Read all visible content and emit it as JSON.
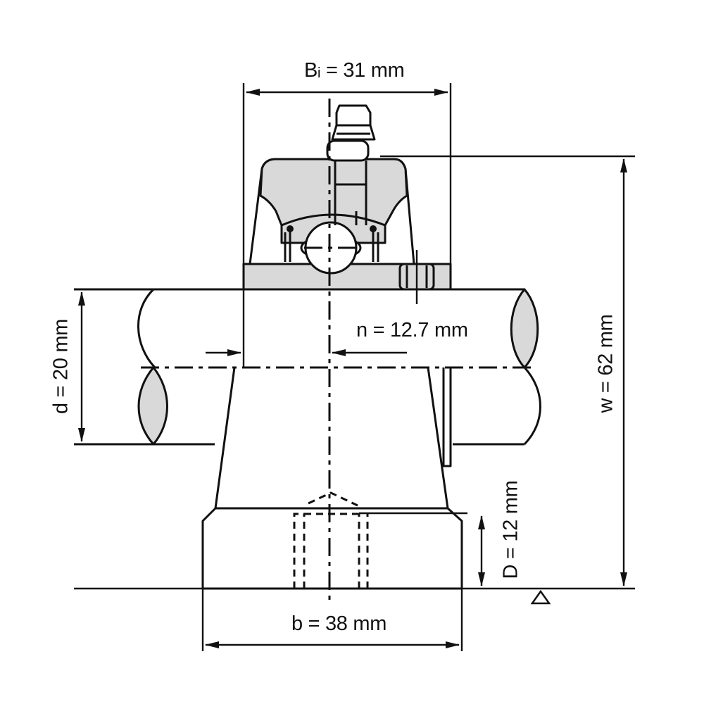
{
  "drawing": {
    "title": "Pillow block bearing unit (dimension drawing)",
    "colors": {
      "line": "#111111",
      "fill": "#d9d9d9",
      "background": "#ffffff"
    },
    "dimensions": {
      "Bi": {
        "symbol": "B",
        "subscript": "i",
        "rest": " = 31 mm",
        "value": 31,
        "unit": "mm"
      },
      "d": {
        "label": "d = 20 mm",
        "value": 20,
        "unit": "mm"
      },
      "n": {
        "label": "n = 12.7 mm",
        "value": 12.7,
        "unit": "mm"
      },
      "w": {
        "label": "w = 62 mm",
        "value": 62,
        "unit": "mm"
      },
      "D": {
        "label": "D = 12 mm",
        "value": 12,
        "unit": "mm"
      },
      "b": {
        "label": "b = 38 mm",
        "value": 38,
        "unit": "mm"
      }
    },
    "symbols": {
      "datum": "datum-triangle"
    }
  }
}
